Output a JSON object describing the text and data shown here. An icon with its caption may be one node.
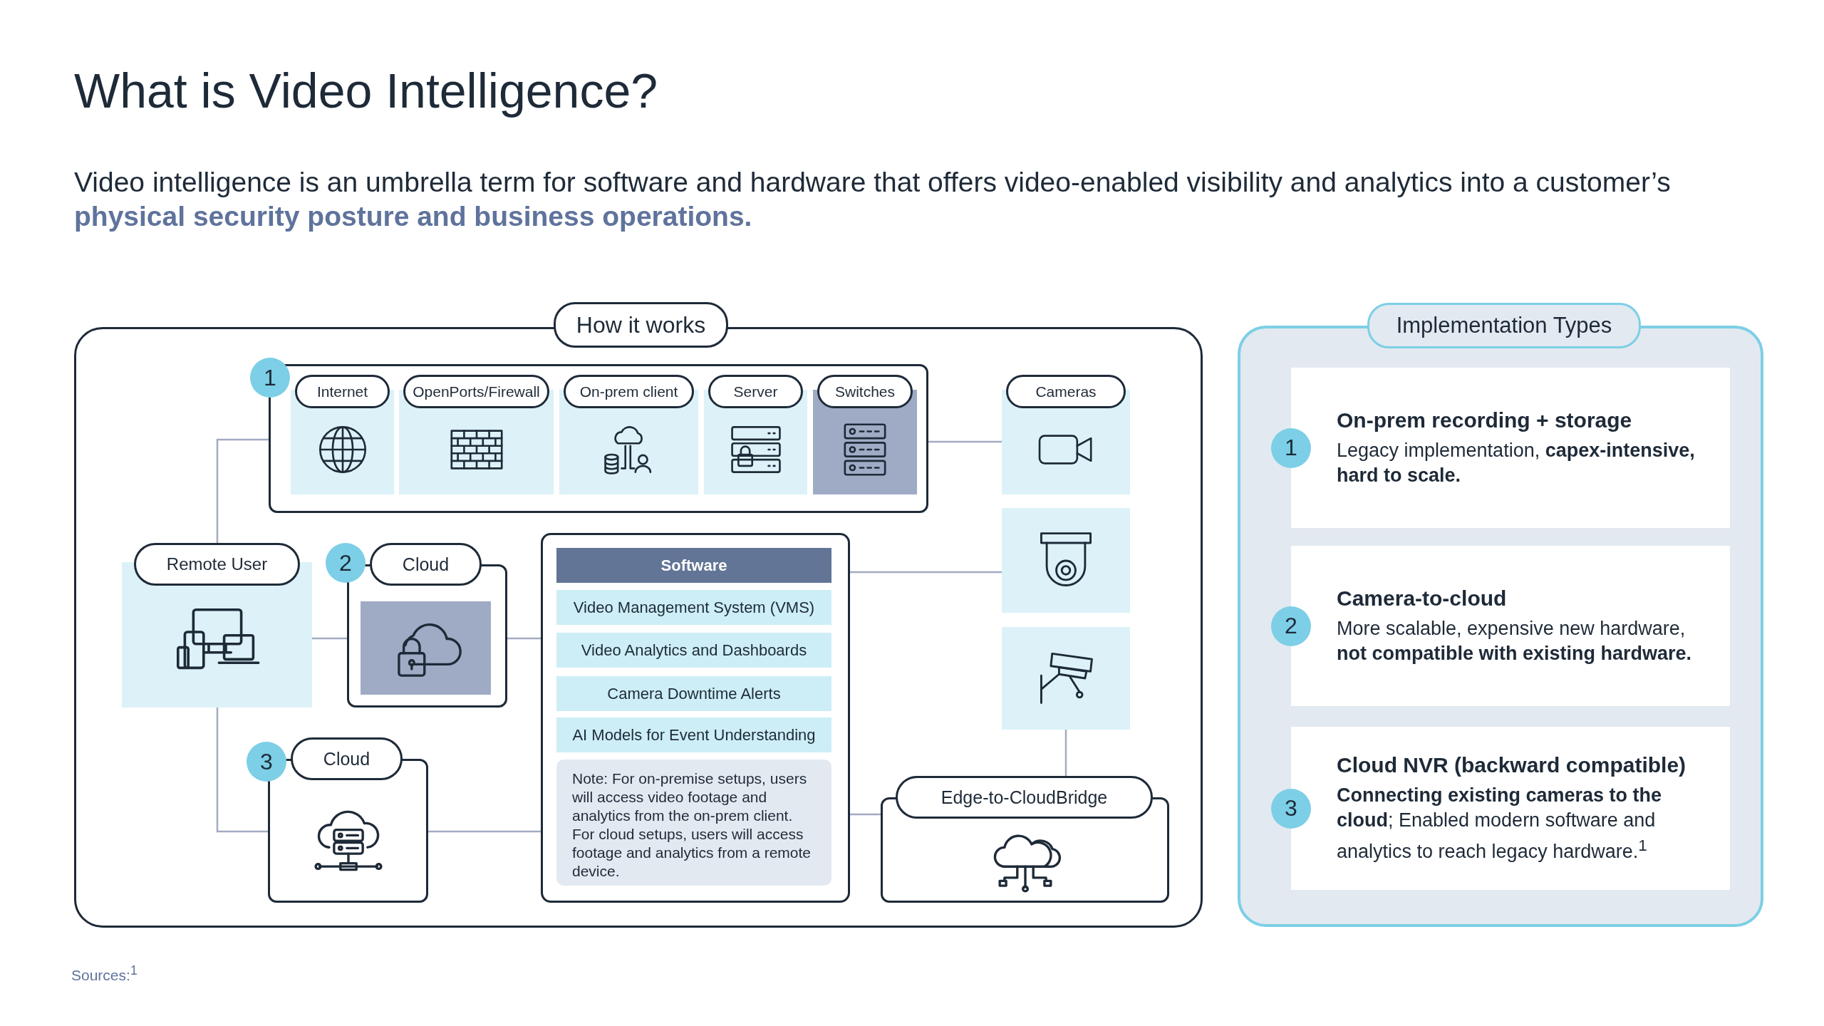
{
  "diagram": {
    "title": "What is Video Intelligence?",
    "caption": "Video intelligence is an umbrella term for software and hardware that offers video-enabled visibility and analytics into a customer’s **physical security posture and business operations.**",
    "nodes": [
      {
        "text": [
          "How it works"
        ]
      },
      {
        "text": [
          "1"
        ],
        "in": 0
      },
      {
        "text": [
          "Internet"
        ],
        "in": 1
      },
      {
        "text": [
          "OpenPorts/Firewall"
        ],
        "in": 1
      },
      {
        "text": [
          "On-prem client"
        ],
        "in": 1
      },
      {
        "text": [
          "Server"
        ],
        "in": 1
      },
      {
        "text": [
          "Switches"
        ],
        "in": 1
      },
      {
        "text": [
          "Cameras"
        ],
        "in": 0
      },
      {
        "text": [],
        "shape": "box",
        "in": 0
      },
      {
        "text": [],
        "shape": "box",
        "in": 0
      },
      {
        "text": [
          "Remote User"
        ],
        "in": 0
      },
      {
        "text": [
          "2",
          "Cloud"
        ],
        "in": 0
      },
      {
        "text": [
          "3",
          "Cloud"
        ],
        "in": 0
      },
      {
        "text": [],
        "shape": "box",
        "in": 0
      },
      {
        "text": [
          "Software"
        ],
        "in": 13
      },
      {
        "text": [
          "Video Management System (VMS)"
        ],
        "in": 13
      },
      {
        "text": [
          "Video Analytics and Dashboards"
        ],
        "in": 13
      },
      {
        "text": [
          "Camera Downtime Alerts"
        ],
        "in": 13
      },
      {
        "text": [
          "AI Models for Event Understanding"
        ],
        "in": 13
      },
      {
        "text": [
          "Note: For on-premise setups, users will access video footage and analytics from the on-prem client. For cloud setups, users will access footage and analytics from a remote device."
        ],
        "in": 13
      },
      {
        "text": [
          "Edge-to-CloudBridge"
        ],
        "in": 0
      },
      {
        "text": [
          "Implementation Types"
        ]
      },
      {
        "text": [
          "1",
          "On-prem recording + storage",
          "Legacy implementation, **capex-intensive, hard to scale.**"
        ],
        "in": 21
      },
      {
        "text": [
          "2",
          "Camera-to-cloud",
          "More scalable, expensive new hardware, **not compatible with existing hardware.**"
        ],
        "in": 21
      },
      {
        "text": [
          "3",
          "Cloud NVR (backward compatible)",
          "**Connecting existing cameras to the cloud**; Enabled modern software and analytics to reach legacy hardware.$^{1}$"
        ],
        "in": 21
      }
    ],
    "edges": [
      {
        "from": 1,
        "to": 10,
        "arrow": "none"
      },
      {
        "from": 1,
        "to": 7,
        "arrow": "none"
      },
      {
        "from": 10,
        "to": 11,
        "arrow": "none"
      },
      {
        "from": 10,
        "to": 12,
        "arrow": "none"
      },
      {
        "from": 11,
        "to": 13,
        "arrow": "none"
      },
      {
        "from": 12,
        "to": 13,
        "arrow": "none"
      },
      {
        "from": 13,
        "to": 8,
        "arrow": "none"
      },
      {
        "from": 9,
        "to": 20,
        "arrow": "none"
      },
      {
        "from": 20,
        "to": 13,
        "arrow": "none"
      }
    ],
    "labels": [
      "Sources:$^{1}$"
    ]
  }
}
